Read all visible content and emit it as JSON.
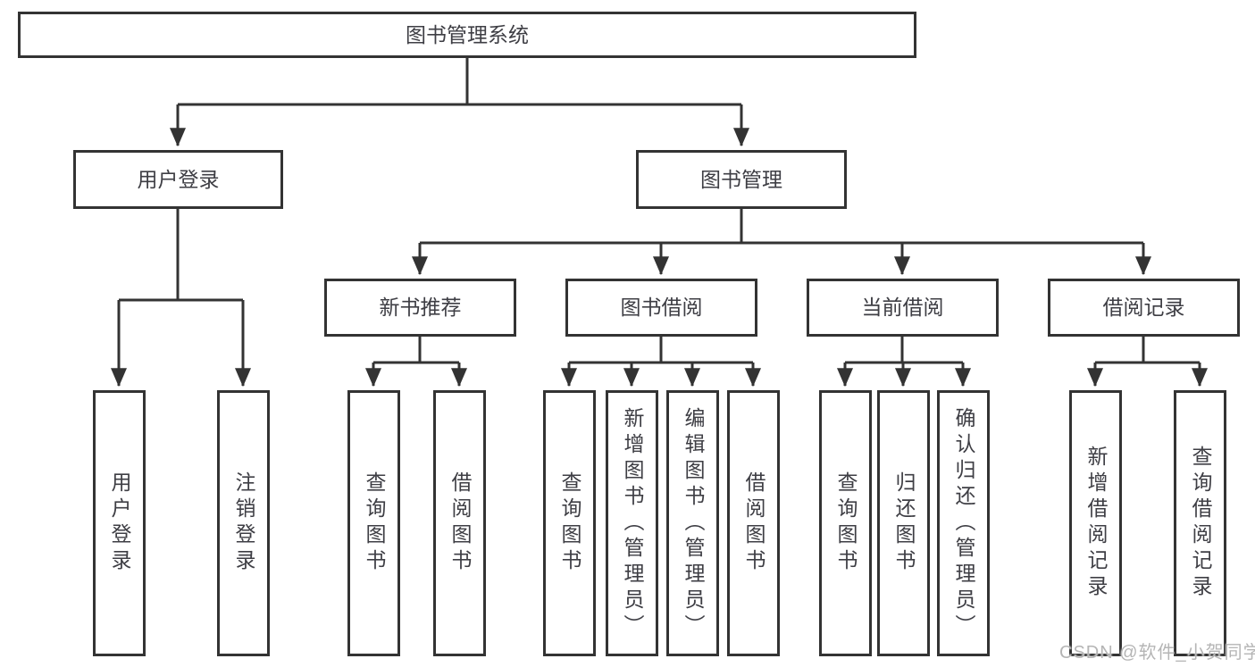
{
  "colors": {
    "line": "#333333",
    "node_border": "#333333",
    "node_text": "#3e3e44",
    "background": "#ffffff",
    "watermark_text_color": "#b5b5b5"
  },
  "watermark": {
    "text": "CSDN @软件_小贺同学"
  },
  "tree": {
    "label": "图书管理系统",
    "children": [
      {
        "label": "用户登录",
        "children": [
          {
            "label": "用户登录"
          },
          {
            "label": "注销登录"
          }
        ]
      },
      {
        "label": "图书管理",
        "children": [
          {
            "label": "新书推荐",
            "children": [
              {
                "label": "查询图书"
              },
              {
                "label": "借阅图书"
              }
            ]
          },
          {
            "label": "图书借阅",
            "children": [
              {
                "label": "查询图书"
              },
              {
                "label": "新增图书（管理员）"
              },
              {
                "label": "编辑图书（管理员）"
              },
              {
                "label": "借阅图书"
              }
            ]
          },
          {
            "label": "当前借阅",
            "children": [
              {
                "label": "查询图书"
              },
              {
                "label": "归还图书"
              },
              {
                "label": "确认归还（管理员）"
              }
            ]
          },
          {
            "label": "借阅记录",
            "children": [
              {
                "label": "新增借阅记录"
              },
              {
                "label": "查询借阅记录"
              }
            ]
          }
        ]
      }
    ]
  }
}
